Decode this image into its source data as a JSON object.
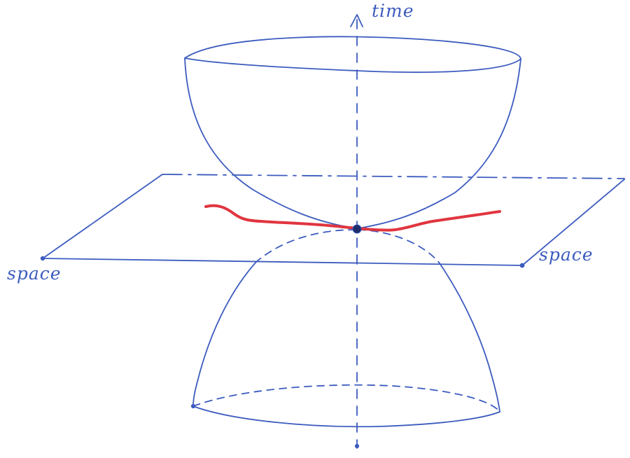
{
  "labels": {
    "time_axis": "time",
    "space_left": "space",
    "space_right": "space"
  },
  "colors": {
    "ink": "#3c5bbf",
    "curve": "#e0353f",
    "event": "#1f2d6b",
    "paper": "#ffffff"
  }
}
